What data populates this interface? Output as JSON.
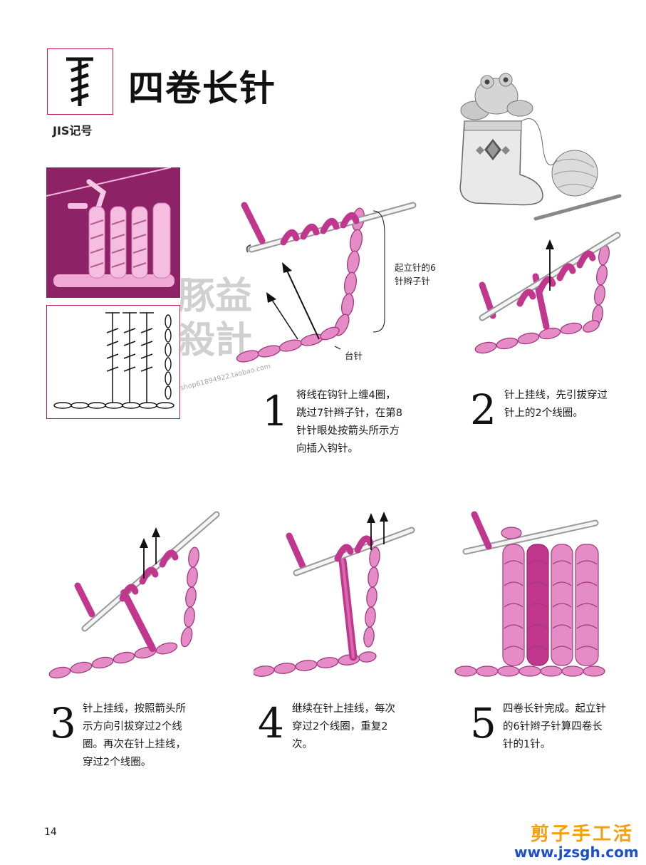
{
  "header": {
    "jis_label": "JIS记号",
    "title": "四卷长针"
  },
  "step1": {
    "annotation_chain_line1": "起立针的6",
    "annotation_chain_line2": "针辫子针",
    "annotation_base": "台针",
    "number": "1",
    "text_lines": [
      "将线在钩针上缠4圈，",
      "跳过7针辫子针，在第8",
      "针针眼处按箭头所示方",
      "向插入钩针。"
    ]
  },
  "step2": {
    "number": "2",
    "text_lines": [
      "针上挂线，先引拔穿过",
      "针上的2个线圈。"
    ]
  },
  "step3": {
    "number": "3",
    "text_lines": [
      "针上挂线，按照箭头所",
      "示方向引拔穿过2个线",
      "圈。再次在针上挂线，",
      "穿过2个线圈。"
    ]
  },
  "step4": {
    "number": "4",
    "text_lines": [
      "继续在针上挂线，每次",
      "穿过2个线圈，重复2",
      "次。"
    ]
  },
  "step5": {
    "number": "5",
    "text_lines": [
      "四卷长针完成。起立针",
      "的6针辫子针算四卷长",
      "针的1针。"
    ]
  },
  "watermark": {
    "line1": "豚益",
    "line2": "殺計",
    "shop": "shop61894922.taobao.com"
  },
  "page_number": "14",
  "site": {
    "title": "剪子手工活",
    "url": "www.jzsgh.com"
  },
  "colors": {
    "accent": "#c2185b",
    "yarn_light": "#e58bc6",
    "yarn_dark": "#c2378e",
    "photo_bg": "#8e2266",
    "site_title": "#f0a010",
    "site_url": "#1a4fcf"
  }
}
